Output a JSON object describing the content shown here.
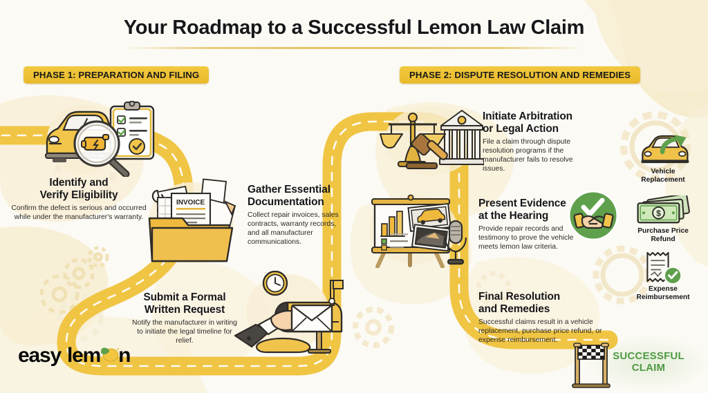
{
  "title": "Your Roadmap to a Successful Lemon Law Claim",
  "colors": {
    "background": "#fbfaf4",
    "road": "#efc33f",
    "road_dash": "#ffffff",
    "badge": "#eebf33",
    "accent_green": "#5aa24a",
    "cream_blob": "#f7eccd",
    "text_dark": "#17161a"
  },
  "phases": [
    {
      "id": "phase-1",
      "label": "PHASE 1: PREPARATION AND FILING"
    },
    {
      "id": "phase-2",
      "label": "PHASE 2: DISPUTE RESOLUTION AND REMEDIES"
    }
  ],
  "steps": [
    {
      "id": "identify-verify-eligibility",
      "title_line1": "Identify and",
      "title_line2": "Verify Eligibility",
      "body": "Confirm the defect is serious and occurred while under the manufacturer's warranty.",
      "icon": "car-with-magnifier-and-checklist-icon"
    },
    {
      "id": "gather-essential-documentation",
      "title_line1": "Gather Essential",
      "title_line2": "Documentation",
      "body": "Collect repair invoices, sales contracts, warranty records, and all manufacturer communications.",
      "icon": "folder-with-invoice-documents-icon"
    },
    {
      "id": "submit-formal-written-request",
      "title_line1": "Submit a Formal",
      "title_line2": "Written Request",
      "body": "Notify the manufacturer in writing to initiate the legal timeline for relief.",
      "icon": "hand-mailing-letter-mailbox-clock-icon"
    },
    {
      "id": "initiate-arbitration-legal-action",
      "title_line1": "Initiate Arbitration",
      "title_line2": "or Legal Action",
      "body": "File a claim through dispute resolution programs if the manufacturer fails to resolve issues.",
      "icon": "scales-gavel-courthouse-icon"
    },
    {
      "id": "present-evidence-at-hearing",
      "title_line1": "Present Evidence",
      "title_line2": "at the Hearing",
      "body": "Provide repair records and testimony to prove the vehicle meets lemon law criteria.",
      "icon": "presentation-board-microphone-icon"
    },
    {
      "id": "final-resolution-and-remedies",
      "title_line1": "Final Resolution",
      "title_line2": "and Remedies",
      "body": "Successful claims result in a vehicle replacement, purchase price refund, or expense reimbursement.",
      "icon": "handshake-check-badge-icon"
    }
  ],
  "remedies": [
    {
      "id": "vehicle-replacement",
      "line1": "Vehicle",
      "line2": "Replacement",
      "icon": "car-with-up-arrow-icon"
    },
    {
      "id": "purchase-price-refund",
      "line1": "Purchase Price",
      "line2": "Refund",
      "icon": "cash-banknotes-icon"
    },
    {
      "id": "expense-reimbursement",
      "line1": "Expense",
      "line2": "Reimbursement",
      "icon": "receipt-with-check-icon"
    }
  ],
  "logo": {
    "word1": "easy",
    "word2": "lem",
    "word3": "n",
    "icon": "lemon-icon"
  },
  "finish": {
    "line1": "SUCCESSFUL",
    "line2": "CLAIM",
    "icon": "checkered-flag-gate-icon"
  }
}
